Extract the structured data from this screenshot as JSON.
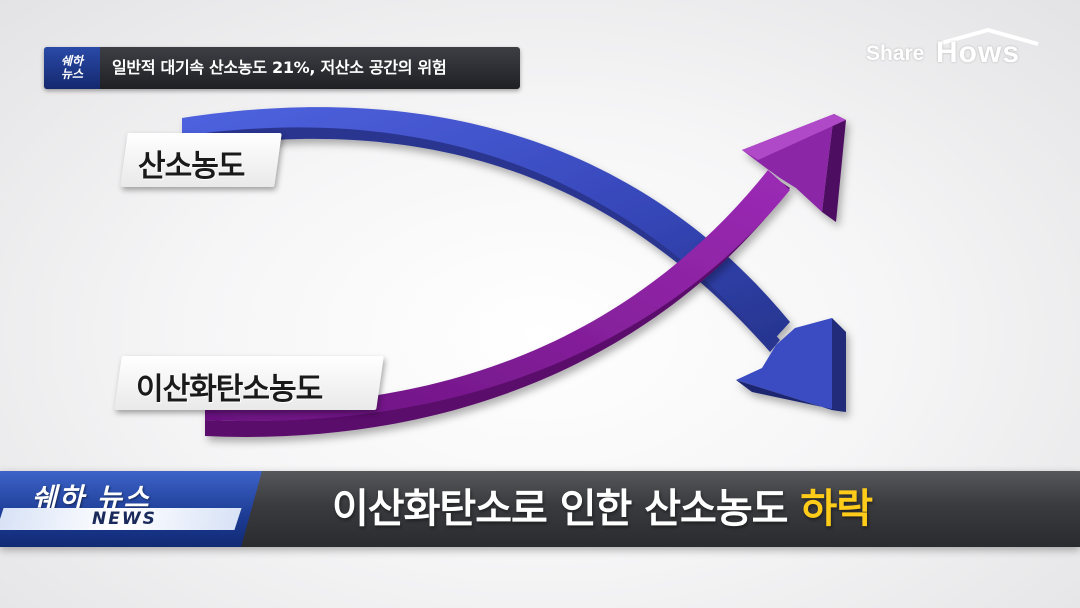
{
  "top_bar": {
    "badge_line1": "쉐하",
    "badge_line2": "뉴스",
    "headline": "일반적 대기속 산소농도 21%, 저산소 공간의 위험"
  },
  "logo": {
    "share": "Share",
    "hows": "Hows"
  },
  "labels": {
    "oxygen": "산소농도",
    "co2": "이산화탄소농도"
  },
  "colors": {
    "oxygen_arrow": "#3c4fc4",
    "co2_arrow": "#7a1a8c",
    "highlight": "#ffcc1a",
    "news_badge": "#1c3b93"
  },
  "bottom_bar": {
    "badge_title": "쉐하 뉴스",
    "badge_sub": "NEWS",
    "caption_main": "이산화탄소로 인한 산소농도 ",
    "caption_highlight": "하락"
  }
}
